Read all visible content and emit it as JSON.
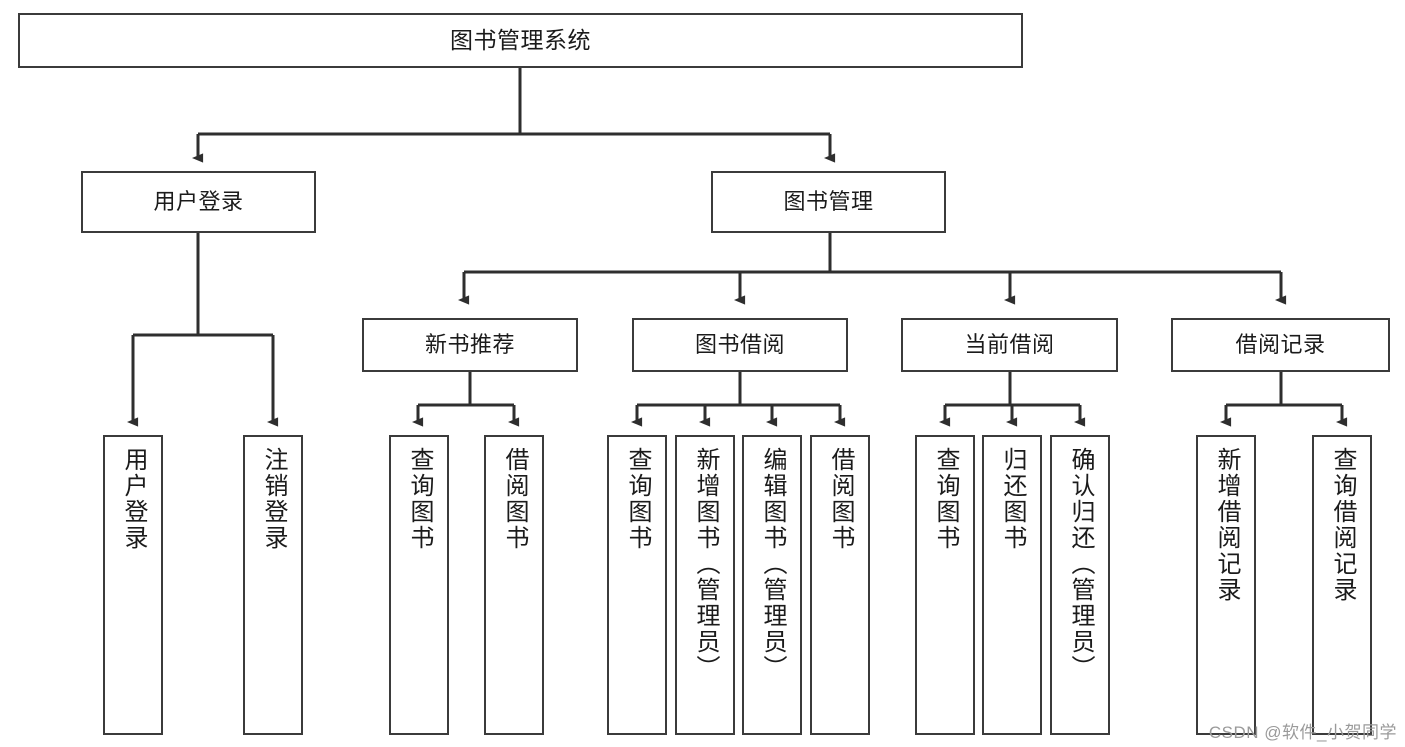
{
  "diagram": {
    "title": "图书管理系统",
    "type": "功能结构图",
    "watermark": "CSDN @软件_小贺同学",
    "colors": {
      "box_border": "#3b3b3b",
      "box_fill": "#ffffff",
      "connector": "#2e2e2e",
      "text": "#1b1b1b",
      "watermark": "#9a9a9a",
      "background": "#ffffff"
    },
    "root": {
      "label": "图书管理系统"
    },
    "level2": [
      {
        "label": "用户登录"
      },
      {
        "label": "图书管理"
      }
    ],
    "level3": [
      {
        "label": "新书推荐"
      },
      {
        "label": "图书借阅"
      },
      {
        "label": "当前借阅"
      },
      {
        "label": "借阅记录"
      }
    ],
    "leaves": {
      "user_login": [
        {
          "label": "用户登录"
        },
        {
          "label": "注销登录"
        }
      ],
      "new_book": [
        {
          "label": "查询图书"
        },
        {
          "label": "借阅图书"
        }
      ],
      "book_borrow": [
        {
          "label": "查询图书"
        },
        {
          "label": "新增图书（管理员）"
        },
        {
          "label": "编辑图书（管理员）"
        },
        {
          "label": "借阅图书"
        }
      ],
      "current_borrow": [
        {
          "label": "查询图书"
        },
        {
          "label": "归还图书"
        },
        {
          "label": "确认归还（管理员）"
        }
      ],
      "borrow_record": [
        {
          "label": "新增借阅记录"
        },
        {
          "label": "查询借阅记录"
        }
      ]
    }
  }
}
